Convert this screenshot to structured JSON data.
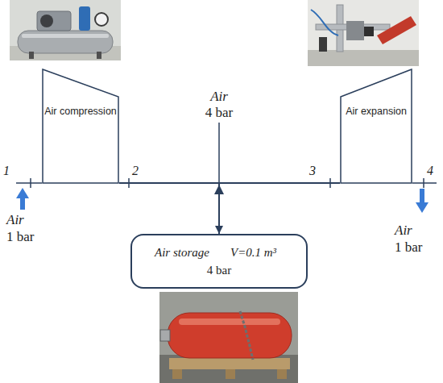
{
  "diagram": {
    "nodes": [
      {
        "text": [
          "Air compression"
        ]
      },
      {
        "text": [
          "Air expansion"
        ]
      },
      {
        "text": [
          "Air storage",
          "V=0.1 m³",
          "4 bar"
        ]
      }
    ],
    "edges": [
      {
        "from": 0,
        "to": 2,
        "arrow": "to"
      },
      {
        "from": 2,
        "to": 1,
        "arrow": "none"
      }
    ],
    "labels": [
      "1",
      "2",
      "Air",
      "4 bar",
      "3",
      "4",
      "Air",
      "1 bar",
      "Air",
      "1 bar"
    ]
  }
}
